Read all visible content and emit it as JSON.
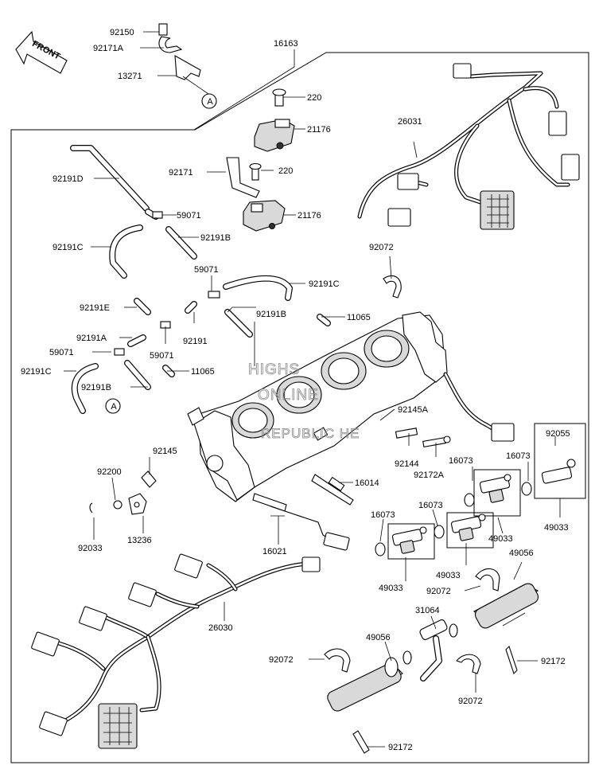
{
  "front_arrow": {
    "label": "FRONT"
  },
  "ref_marker": "A",
  "watermark": {
    "line1": "HIGHS",
    "line2": "ONLINE",
    "line3": "REPUBLIC HE"
  },
  "part_labels": {
    "p92150": "92150",
    "p92171A": "92171A",
    "p13271": "13271",
    "p16163": "16163",
    "p220_top": "220",
    "p21176_top": "21176",
    "p92191D": "92191D",
    "p92171": "92171",
    "p220_mid": "220",
    "p26031": "26031",
    "p59071_a": "59071",
    "p21176_mid": "21176",
    "p92191C_a": "92191C",
    "p92191B_a": "92191B",
    "p92072_a": "92072",
    "p59071_b": "59071",
    "p92191C_b": "92191C",
    "p92191E": "92191E",
    "p92191B_b": "92191B",
    "p11065_a": "11065",
    "p92191A": "92191A",
    "p92191": "92191",
    "p59071_c": "59071",
    "p59071_d": "59071",
    "p92191C_c": "92191C",
    "p11065_b": "11065",
    "p92191B_c": "92191B",
    "p92145A": "92145A",
    "p92055": "92055",
    "p92145": "92145",
    "p92144": "92144",
    "p92172A": "92172A",
    "p16073_a": "16073",
    "p16073_b": "16073",
    "p92200": "92200",
    "p16014": "16014",
    "p16073_c": "16073",
    "p16073_d": "16073",
    "p49033_a": "49033",
    "p49033_b": "49033",
    "p92033": "92033",
    "p13236": "13236",
    "p16021": "16021",
    "p49033_c": "49033",
    "p49033_d": "49033",
    "p49056_a": "49056",
    "p92072_b": "92072",
    "p26030": "26030",
    "p31064": "31064",
    "p92072_c": "92072",
    "p49056_b": "49056",
    "p92172_a": "92172",
    "p92072_d": "92072",
    "p92172_b": "92172"
  }
}
